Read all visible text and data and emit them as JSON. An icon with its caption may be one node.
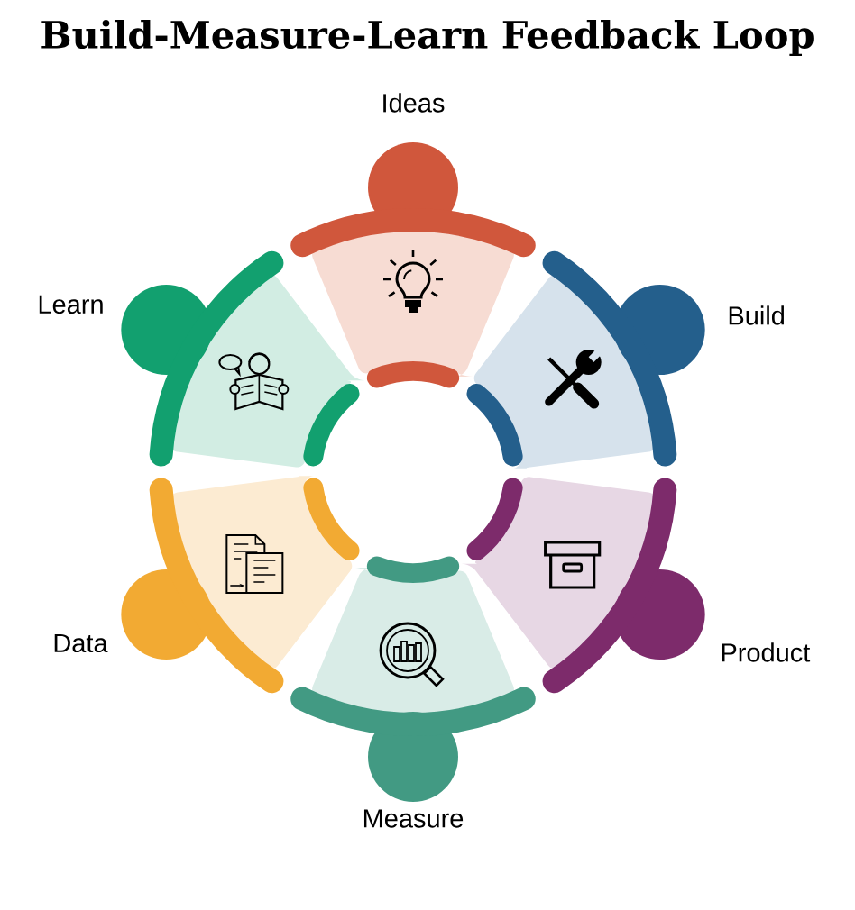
{
  "diagram": {
    "title": "Build-Measure-Learn Feedback Loop",
    "nodes": [
      {
        "text": [
          "Ideas"
        ]
      },
      {
        "text": [
          "Build"
        ]
      },
      {
        "text": [
          "Product"
        ]
      },
      {
        "text": [
          "Measure"
        ]
      },
      {
        "text": [
          "Data"
        ]
      },
      {
        "text": [
          "Learn"
        ]
      }
    ]
  }
}
